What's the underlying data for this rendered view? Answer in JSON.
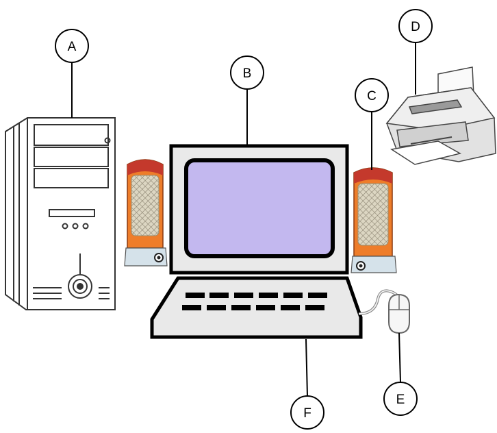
{
  "labels": {
    "A": "A",
    "B": "B",
    "C": "C",
    "D": "D",
    "E": "E",
    "F": "F"
  },
  "components": [
    {
      "id": "system-unit",
      "icon": "system-unit-icon",
      "callout": "A"
    },
    {
      "id": "monitor",
      "icon": "monitor-icon",
      "callout": "B"
    },
    {
      "id": "speaker",
      "icon": "speaker-icon",
      "callout": "C"
    },
    {
      "id": "printer",
      "icon": "printer-icon",
      "callout": "D"
    },
    {
      "id": "mouse",
      "icon": "mouse-icon",
      "callout": "E"
    },
    {
      "id": "keyboard",
      "icon": "keyboard-icon",
      "callout": "F"
    }
  ],
  "colors": {
    "line": "#000000",
    "screen": "#c3b8ef",
    "speaker_red": "#c4392c",
    "speaker_orange": "#ee7d2a",
    "speaker_grille": "#d9d3bf",
    "speaker_base": "#d5e2ea",
    "device_gray": "#e2e2e2"
  }
}
